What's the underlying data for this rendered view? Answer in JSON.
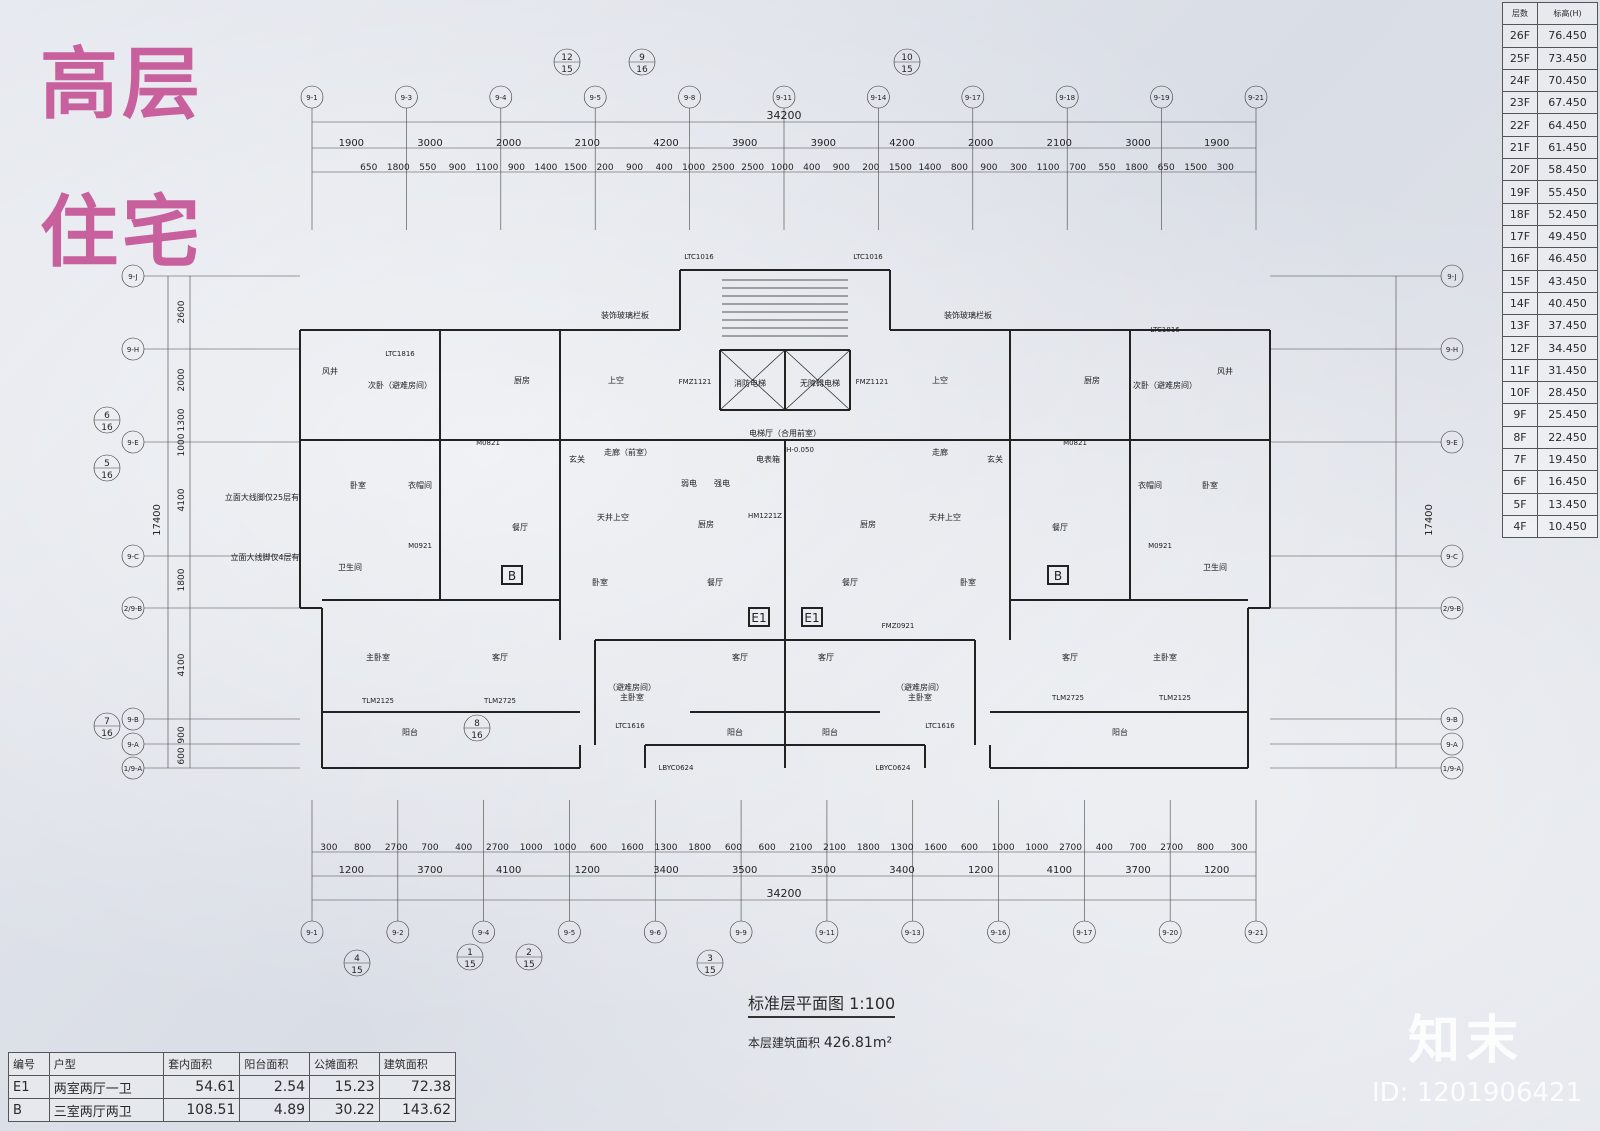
{
  "title_line1": "高层",
  "title_line2": "住宅",
  "elevation_table": {
    "headers": [
      "层数",
      "标高(H)"
    ],
    "rows": [
      [
        "26F",
        "76.450"
      ],
      [
        "25F",
        "73.450"
      ],
      [
        "24F",
        "70.450"
      ],
      [
        "23F",
        "67.450"
      ],
      [
        "22F",
        "64.450"
      ],
      [
        "21F",
        "61.450"
      ],
      [
        "20F",
        "58.450"
      ],
      [
        "19F",
        "55.450"
      ],
      [
        "18F",
        "52.450"
      ],
      [
        "17F",
        "49.450"
      ],
      [
        "16F",
        "46.450"
      ],
      [
        "15F",
        "43.450"
      ],
      [
        "14F",
        "40.450"
      ],
      [
        "13F",
        "37.450"
      ],
      [
        "12F",
        "34.450"
      ],
      [
        "11F",
        "31.450"
      ],
      [
        "10F",
        "28.450"
      ],
      [
        "9F",
        "25.450"
      ],
      [
        "8F",
        "22.450"
      ],
      [
        "7F",
        "19.450"
      ],
      [
        "6F",
        "16.450"
      ],
      [
        "5F",
        "13.450"
      ],
      [
        "4F",
        "10.450"
      ]
    ]
  },
  "unit_table": {
    "headers": [
      "编号",
      "户型",
      "套内面积",
      "阳台面积",
      "公摊面积",
      "建筑面积"
    ],
    "rows": [
      [
        "E1",
        "两室两厅一卫",
        "54.61",
        "2.54",
        "15.23",
        "72.38"
      ],
      [
        "B",
        "三室两厅两卫",
        "108.51",
        "4.89",
        "30.22",
        "143.62"
      ]
    ]
  },
  "plan_title": "标准层平面图 1:100",
  "plan_area_label": "本层建筑面积",
  "plan_area_value": "426.81m²",
  "logo_text": "知末",
  "id_text": "ID: 1201906421",
  "top_axes": [
    "9-1",
    "9-3",
    "9-4",
    "9-5",
    "9-8",
    "9-11",
    "9-14",
    "9-17",
    "9-18",
    "9-19",
    "9-21"
  ],
  "bottom_axes": [
    "9-1",
    "9-2",
    "9-4",
    "9-5",
    "9-6",
    "9-9",
    "9-11",
    "9-13",
    "9-16",
    "9-17",
    "9-20",
    "9-21"
  ],
  "left_axes": [
    "9-J",
    "9-H",
    "9-E",
    "9-C",
    "2/9-B",
    "9-B",
    "9-A",
    "1/9-A"
  ],
  "right_axes": [
    "9-J",
    "9-H",
    "9-E",
    "9-C",
    "2/9-B",
    "9-B",
    "9-A",
    "1/9-A"
  ],
  "top_total": "34200",
  "bottom_total": "34200",
  "top_dims_row1": [
    "1900",
    "3000",
    "2000",
    "2100",
    "4200",
    "3900",
    "3900",
    "4200",
    "2000",
    "2100",
    "3000",
    "1900"
  ],
  "top_dims_row2": [
    "650",
    "1800",
    "550",
    "900",
    "1100",
    "900",
    "1400",
    "1500",
    "200",
    "900",
    "400",
    "1000",
    "2500",
    "2500",
    "1000",
    "400",
    "900",
    "200",
    "1500",
    "1400",
    "800",
    "900",
    "300",
    "1100",
    "700",
    "550",
    "1800",
    "650",
    "1500",
    "300"
  ],
  "bottom_dims_row1": [
    "1200",
    "3700",
    "4100",
    "1200",
    "3400",
    "3500",
    "3500",
    "3400",
    "1200",
    "4100",
    "3700",
    "1200"
  ],
  "bottom_dims_row2": [
    "300",
    "800",
    "2700",
    "700",
    "400",
    "2700",
    "1000",
    "1000",
    "600",
    "1600",
    "1300",
    "1800",
    "600",
    "600",
    "2100",
    "2100",
    "1800",
    "1300",
    "1600",
    "600",
    "1000",
    "1000",
    "2700",
    "400",
    "700",
    "2700",
    "800",
    "300"
  ],
  "left_dims": [
    "2600",
    "2000",
    "1300",
    "1000",
    "4100",
    "1800",
    "4100",
    "900",
    "600"
  ],
  "left_total": "17400",
  "right_total": "17400",
  "room_labels": [
    "次卧（避难房间）",
    "厨房",
    "上空",
    "上空",
    "厨房",
    "次卧（避难房间）",
    "风井",
    "风井",
    "电梯厅（合用前室）",
    "消防电梯",
    "无障碍电梯",
    "卧室",
    "衣帽间",
    "餐厅",
    "卧室",
    "衣帽间",
    "餐厅",
    "主卧室",
    "客厅",
    "主卧室",
    "客厅",
    "阳台",
    "阳台",
    "阳台",
    "阳台",
    "客厅",
    "客厅",
    "主卧室",
    "主卧室",
    "走廊（前室）",
    "走廊",
    "弱电",
    "强电",
    "电表箱",
    "天井上空",
    "天井上空",
    "玄关",
    "玄关",
    "厨房",
    "厨房",
    "卧室",
    "卧室",
    "餐厅",
    "餐厅",
    "卫生间",
    "卫生间",
    "（避难房间）",
    "（避难房间）",
    "装饰玻璃栏板",
    "装饰玻璃栏板",
    "立面大线脚仅25层有",
    "立面大线脚仅4层有"
  ],
  "unit_markers": [
    "B",
    "E1",
    "E1",
    "B"
  ],
  "door_labels": [
    "LTC1816",
    "LTC1816",
    "LTC1016",
    "LTC1016",
    "M0821",
    "M0921",
    "FMZ1121",
    "FMZ1121",
    "HM1221Z",
    "TLM2125",
    "TLM2725",
    "TLM2725",
    "TLM2125",
    "LTC1616",
    "LTC1616",
    "LBYC0624",
    "LBYC0624",
    "M0821",
    "M0921",
    "FMZ0921",
    "H-0.050"
  ],
  "section_marks": [
    {
      "num": "12",
      "den": "15"
    },
    {
      "num": "9",
      "den": "16"
    },
    {
      "num": "10",
      "den": "15"
    },
    {
      "num": "6",
      "den": "16"
    },
    {
      "num": "5",
      "den": "16"
    },
    {
      "num": "7",
      "den": "16"
    },
    {
      "num": "8",
      "den": "16"
    },
    {
      "num": "4",
      "den": "15"
    },
    {
      "num": "1",
      "den": "15"
    },
    {
      "num": "2",
      "den": "15"
    },
    {
      "num": "3",
      "den": "15"
    }
  ],
  "colors": {
    "title": "#c8609e",
    "line": "#333333",
    "paper": "#dfe3ea"
  }
}
